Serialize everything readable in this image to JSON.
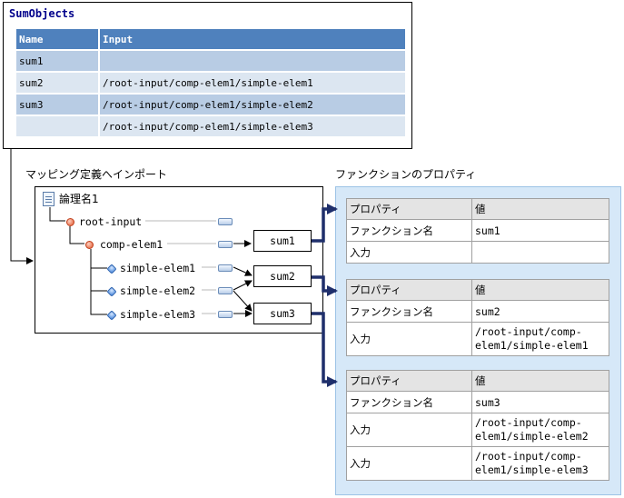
{
  "sum_objects": {
    "title": "SumObjects",
    "columns": [
      "Name",
      "Input"
    ],
    "rows": [
      {
        "name": "sum1",
        "input": ""
      },
      {
        "name": "sum2",
        "input": "/root-input/comp-elem1/simple-elem1"
      },
      {
        "name": "sum3",
        "input": "/root-input/comp-elem1/simple-elem2"
      },
      {
        "name": "",
        "input": "/root-input/comp-elem1/simple-elem3"
      }
    ]
  },
  "mapping": {
    "label": "マッピング定義へインポート",
    "root_name": "論理名1",
    "nodes": [
      "root-input",
      "comp-elem1",
      "simple-elem1",
      "simple-elem2",
      "simple-elem3"
    ],
    "functions": [
      "sum1",
      "sum2",
      "sum3"
    ]
  },
  "properties": {
    "label": "ファンクションのプロパティ",
    "tables": [
      {
        "header": {
          "key": "プロパティ",
          "value": "値"
        },
        "function_key": "ファンクション名",
        "function_value": "sum1",
        "inputs": [
          {
            "key": "入力",
            "value": ""
          }
        ]
      },
      {
        "header": {
          "key": "プロパティ",
          "value": "値"
        },
        "function_key": "ファンクション名",
        "function_value": "sum2",
        "inputs": [
          {
            "key": "入力",
            "value": "/root-input/comp-elem1/simple-elem1"
          }
        ]
      },
      {
        "header": {
          "key": "プロパティ",
          "value": "値"
        },
        "function_key": "ファンクション名",
        "function_value": "sum3",
        "inputs": [
          {
            "key": "入力",
            "value": "/root-input/comp-elem1/simple-elem2"
          },
          {
            "key": "入力",
            "value": "/root-input/comp-elem1/simple-elem3"
          }
        ]
      }
    ]
  },
  "colors": {
    "table_header": "#4f81bd",
    "row_dark": "#b8cce4",
    "row_light": "#dce6f1",
    "properties_bg": "#d6e8f8",
    "arrow": "#1f2f6b"
  }
}
